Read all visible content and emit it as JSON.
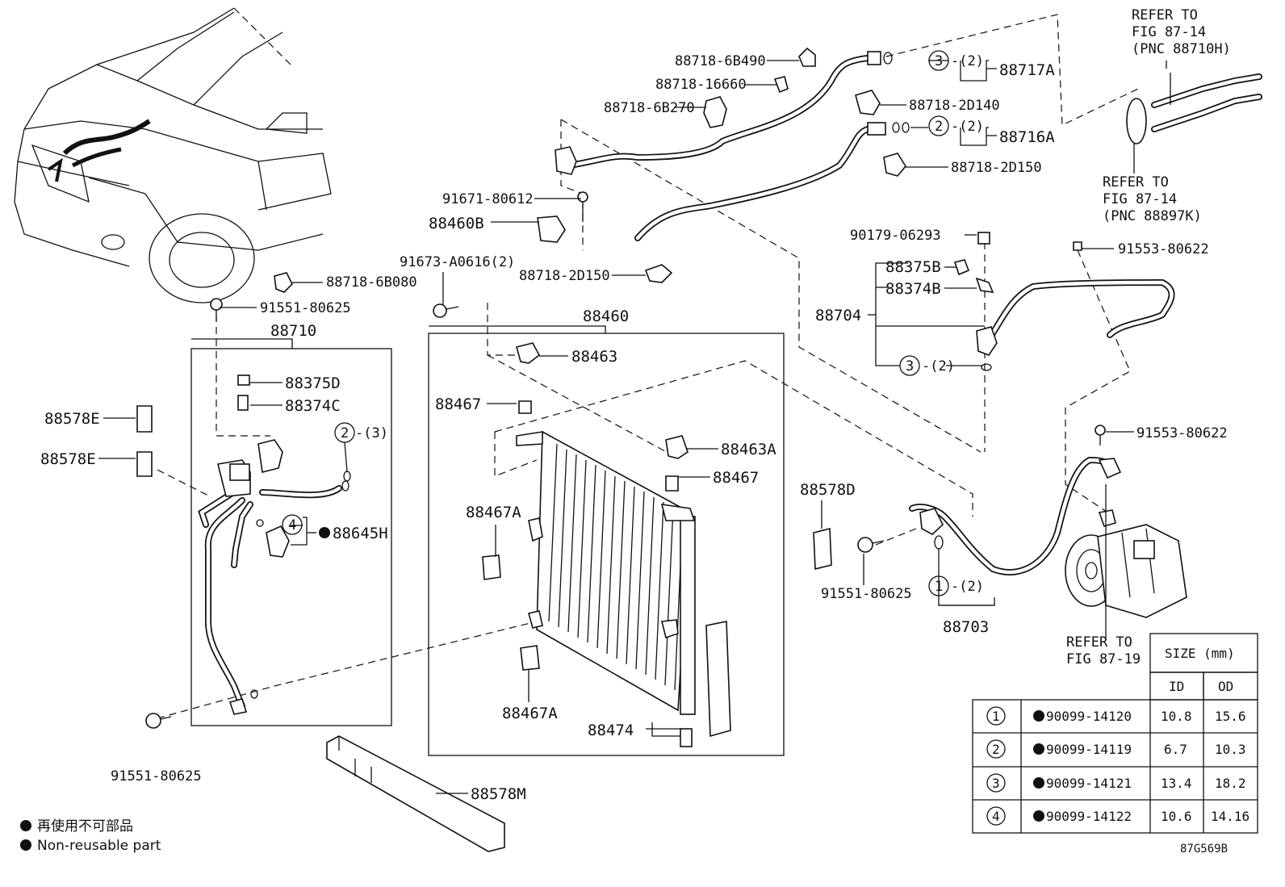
{
  "parts": {
    "p88718_6b490": "88718-6B490",
    "p88718_16660": "88718-16660",
    "p88718_6b270": "88718-6B270",
    "p88718_2d140": "88718-2D140",
    "p88718_2d150a": "88718-2D150",
    "p88718_2d150b": "88718-2D150",
    "p88717a": "88717A",
    "p88716a": "88716A",
    "p91671_80612": "91671-80612",
    "p88460b": "88460B",
    "p91673_a0616": "91673-A0616(2)",
    "p88718_6b080": "88718-6B080",
    "p91551_80625a": "91551-80625",
    "p91551_80625b": "91551-80625",
    "p91551_80625c": "91551-80625",
    "p88710": "88710",
    "p88375d": "88375D",
    "p88374c": "88374C",
    "p88578e_a": "88578E",
    "p88578e_b": "88578E",
    "p88645h": "88645H",
    "p88460": "88460",
    "p88463": "88463",
    "p88467_a": "88467",
    "p88467_b": "88467",
    "p88463a": "88463A",
    "p88467a_a": "88467A",
    "p88467a_b": "88467A",
    "p88474": "88474",
    "p88578m": "88578M",
    "p88578d": "88578D",
    "p90179_06293": "90179-06293",
    "p88375b": "88375B",
    "p88374b": "88374B",
    "p88704": "88704",
    "p91553_80622a": "91553-80622",
    "p91553_80622b": "91553-80622",
    "p88703": "88703",
    "fig_code": "87G569B"
  },
  "refs": {
    "ref_top_1": "REFER TO",
    "ref_top_2": "FIG 87-14",
    "ref_top_3": "(PNC 88710H)",
    "ref_mid_1": "REFER TO",
    "ref_mid_2": "FIG 87-14",
    "ref_mid_3": "(PNC 88897K)",
    "ref_comp_1": "REFER TO",
    "ref_comp_2": "FIG 87-19"
  },
  "callouts": {
    "c1": "1",
    "c2": "2",
    "c3": "3",
    "c4": "4",
    "q2": "-(2)",
    "q3": "-(3)"
  },
  "table": {
    "header_size": "SIZE (mm)",
    "header_id": "ID",
    "header_od": "OD",
    "rows": [
      {
        "num": "1",
        "part": "90099-14120",
        "id": "10.8",
        "od": "15.6"
      },
      {
        "num": "2",
        "part": "90099-14119",
        "id": "6.7",
        "od": "10.3"
      },
      {
        "num": "3",
        "part": "90099-14121",
        "id": "13.4",
        "od": "18.2"
      },
      {
        "num": "4",
        "part": "90099-14122",
        "id": "10.6",
        "od": "14.16"
      }
    ]
  },
  "legend": {
    "line_jp": "再使用不可部品",
    "line_en": "Non-reusable part"
  }
}
